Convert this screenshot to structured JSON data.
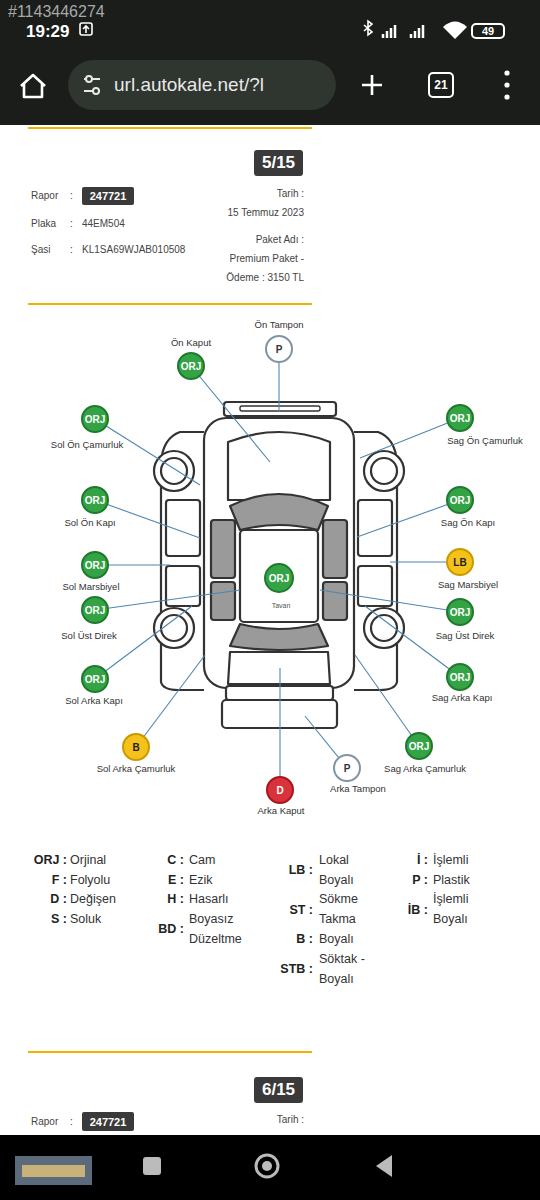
{
  "diagram": {
    "nodes": [
      {
        "text": [
          "49"
        ]
      },
      {
        "text": [
          "url.autokale.net/?l"
        ]
      },
      {
        "text": [
          "21"
        ]
      },
      {
        "text": [
          "5/15"
        ]
      },
      {
        "text": [
          "247721"
        ]
      },
      {
        "text": [
          "Ön Tampon",
          "P"
        ]
      },
      {
        "text": [
          "Ön Kaput",
          "ORJ"
        ]
      },
      {
        "text": [
          "ORJ",
          "Sol Ön Çamurluk"
        ]
      },
      {
        "text": [
          "ORJ",
          "Sag Ön Çamurluk"
        ]
      },
      {
        "text": [
          "ORJ",
          "Sol Ön Kapı"
        ]
      },
      {
        "text": [
          "ORJ",
          "Sag Ön Kapı"
        ]
      },
      {
        "text": [
          "ORJ",
          "Sol Marsbiyel"
        ]
      },
      {
        "text": [
          "LB",
          "Sag Marsbiyel"
        ]
      },
      {
        "text": [
          "ORJ",
          "Tavan"
        ]
      },
      {
        "text": [
          "ORJ",
          "Sol Üst Direk"
        ]
      },
      {
        "text": [
          "ORJ",
          "Sag Üst Direk"
        ]
      },
      {
        "text": [
          "ORJ",
          "Sol Arka Kapı"
        ]
      },
      {
        "text": [
          "ORJ",
          "Sag Arka Kapı"
        ]
      },
      {
        "text": [
          "B",
          "Sol Arka Çamurluk"
        ]
      },
      {
        "text": [
          "ORJ",
          "Sag Arka Çamurluk"
        ]
      },
      {
        "text": [
          "P",
          "Arka Tampon"
        ]
      },
      {
        "text": [
          "D",
          "Arka Kaput"
        ]
      },
      {
        "text": [
          "6/15"
        ]
      },
      {
        "text": [
          "247721"
        ]
      }
    ],
    "labels": [
      "#1143446274",
      "19:29",
      "Rapor",
      ":",
      "Plaka",
      ":",
      "44EM504",
      "Şasi",
      ":",
      "KL1SA69WJAB010508",
      "Tarih :",
      "15 Temmuz 2023",
      "Paket Adı :",
      "Premium Paket -",
      "Ödeme : 3150 TL",
      "ORJ :",
      "Orjinal",
      "F :",
      "Folyolu",
      "D :",
      "Değişen",
      "S :",
      "Soluk",
      "C :",
      "Cam",
      "E :",
      "Ezik",
      "H :",
      "Hasarlı",
      "BD :",
      "Boyasız Düzeltme",
      "LB :",
      "Lokal Boyalı",
      "ST :",
      "Sökme Takma",
      "B :",
      "Boyalı",
      "STB :",
      "Söktak - Boyalı",
      "İ :",
      "İşlemli",
      "P :",
      "Plastik",
      "İB :",
      "İşlemli Boyalı",
      "Rapor",
      ":",
      "Tarih :"
    ]
  }
}
